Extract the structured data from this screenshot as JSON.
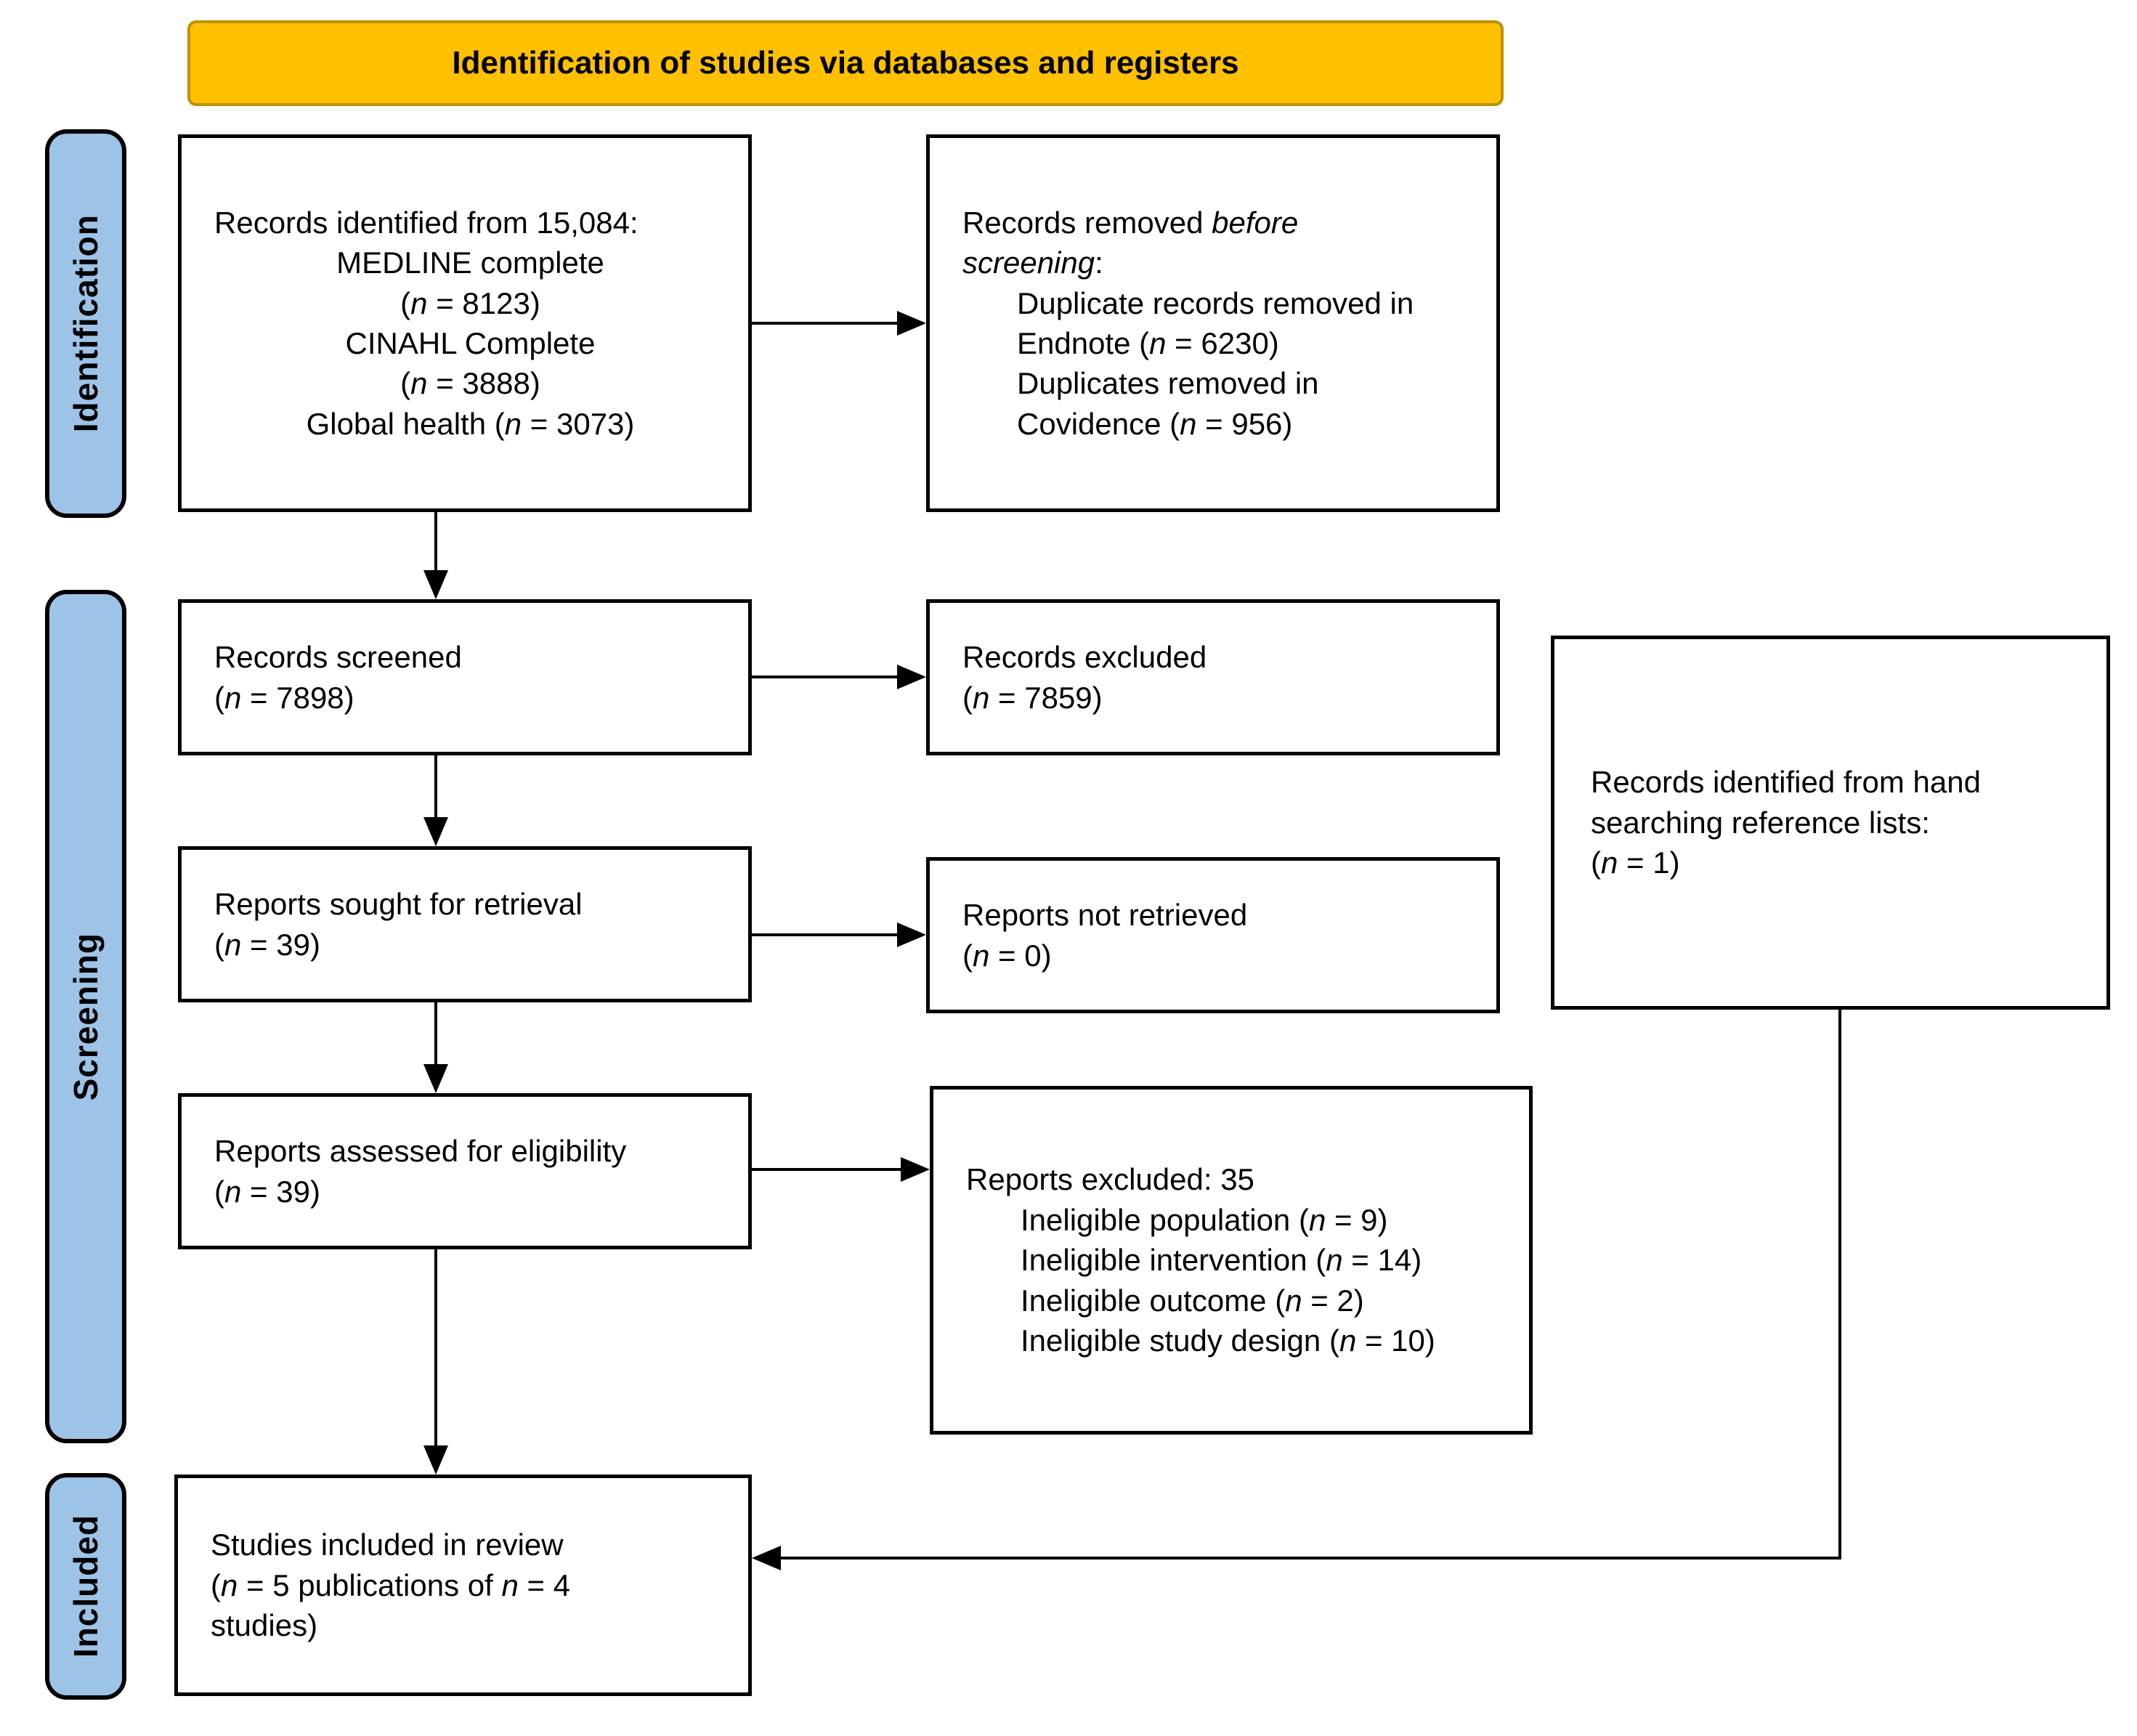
{
  "title": "Identification of studies via databases and registers",
  "colors": {
    "header_fill": "#FFC000",
    "header_border": "#BF9000",
    "stage_fill": "#9DC3E6",
    "box_border": "#000000",
    "text": "#000000"
  },
  "stages": {
    "identification": "Identification",
    "screening": "Screening",
    "included": "Included"
  },
  "boxes": {
    "records_identified": {
      "lines": [
        "Records identified from 15,084:",
        "MEDLINE complete",
        "(*n* = 8123)",
        "CINAHL Complete",
        "(*n* = 3888)",
        "Global health (*n* = 3073)"
      ]
    },
    "records_removed": {
      "lines": [
        "Records removed *before*",
        "*screening*:",
        "Duplicate records removed in",
        "Endnote (*n* = 6230)",
        "Duplicates removed in",
        "Covidence (*n* = 956)"
      ]
    },
    "records_screened": {
      "lines": [
        "Records screened",
        "(*n* = 7898)"
      ]
    },
    "records_excluded": {
      "lines": [
        "Records excluded",
        "(*n* = 7859)"
      ]
    },
    "reports_sought": {
      "lines": [
        "Reports sought for retrieval",
        "(*n* = 39)"
      ]
    },
    "reports_not_retrieved": {
      "lines": [
        "Reports not retrieved",
        "(*n* = 0)"
      ]
    },
    "reports_assessed": {
      "lines": [
        "Reports assessed for eligibility",
        "(*n* = 39)"
      ]
    },
    "reports_excluded": {
      "lines": [
        "Reports excluded: 35",
        "Ineligible population (*n* = 9)",
        "Ineligible intervention (*n* = 14)",
        "Ineligible outcome (*n* = 2)",
        "Ineligible study design (*n* = 10)"
      ]
    },
    "hand_searching": {
      "lines": [
        "Records identified from hand",
        "searching reference lists:",
        "(*n* = 1)"
      ]
    },
    "studies_included": {
      "lines": [
        "Studies included in review",
        "(*n* = 5 publications of *n* = 4",
        "studies)"
      ]
    }
  }
}
